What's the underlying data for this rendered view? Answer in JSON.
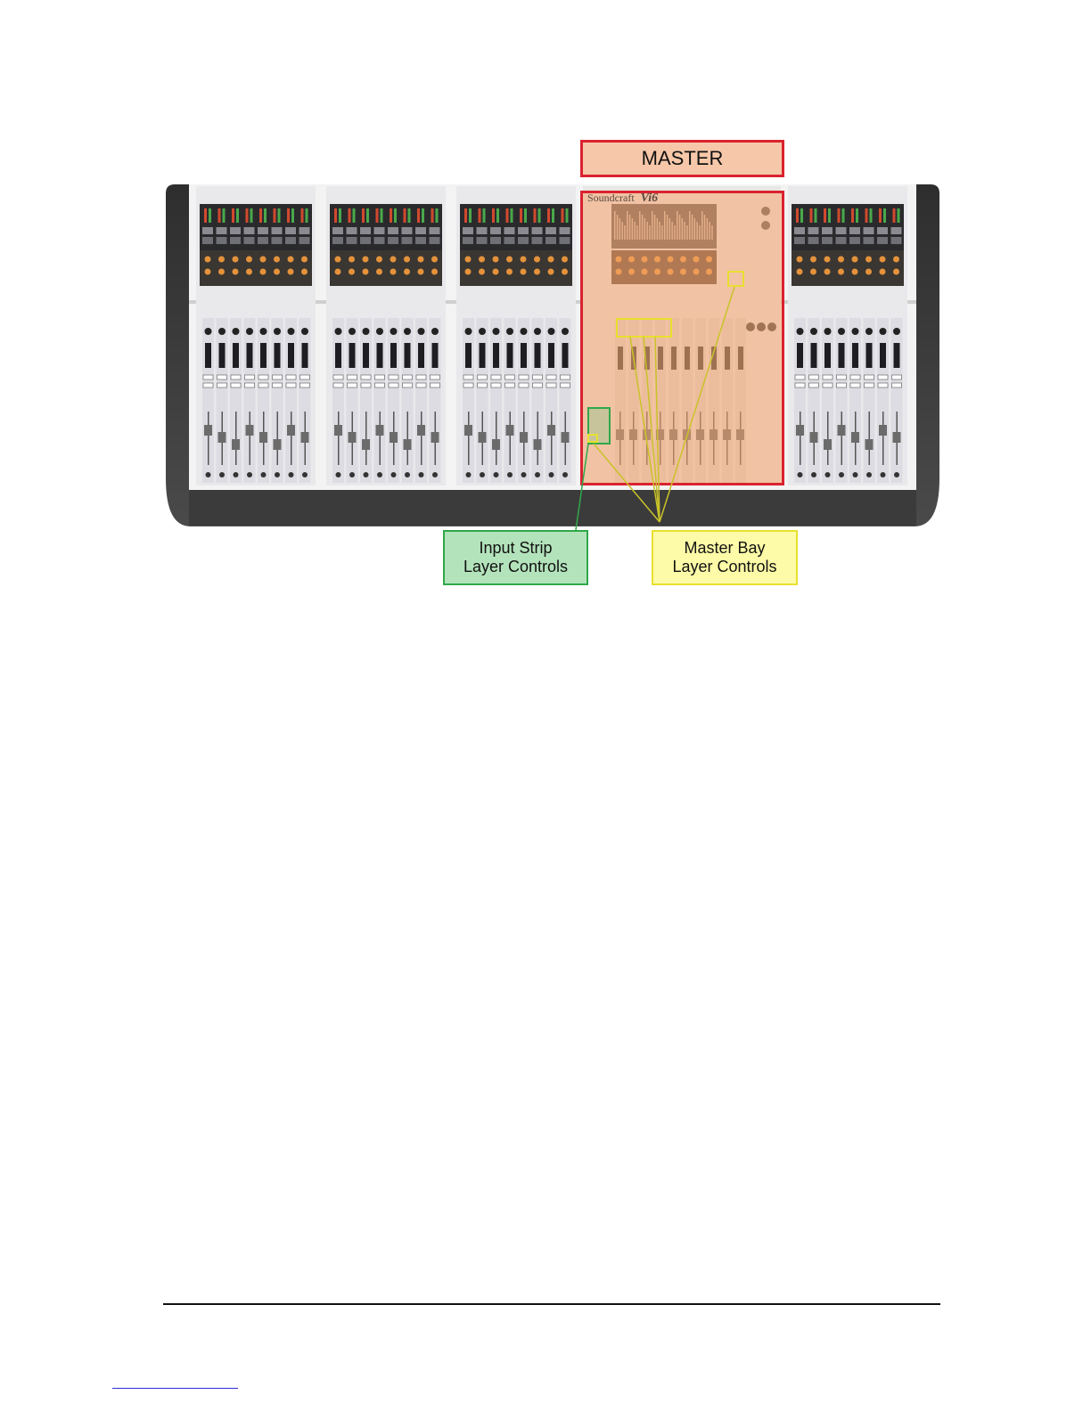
{
  "labels": {
    "master": "MASTER",
    "input_strip": [
      "Input Strip",
      "Layer Controls"
    ],
    "master_bay": [
      "Master Bay",
      "Layer Controls"
    ]
  },
  "console": {
    "brand": "Soundcraft",
    "model": "Vi6"
  },
  "colors": {
    "master_border": "#d9232f",
    "master_fill": "#f6c8a9",
    "input_strip_border": "#2fa84a",
    "input_strip_fill": "#b3e3bb",
    "master_bay_border": "#e9e02f",
    "master_bay_fill": "#fdfba7",
    "console_frame": "#3d3d3d",
    "panel": "#ececec"
  }
}
